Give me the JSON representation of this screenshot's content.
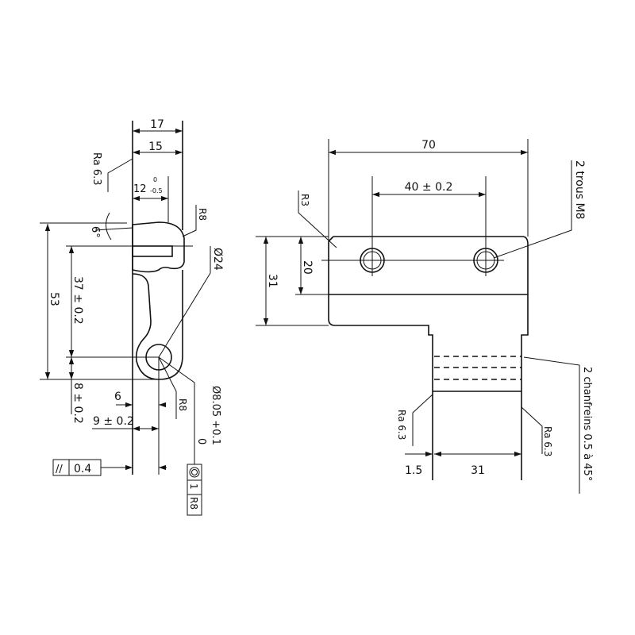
{
  "left_view": {
    "dim_17": "17",
    "dim_15": "15",
    "dim_12": "12",
    "dim_12_tol_upper": "0",
    "dim_12_tol_lower": "-0.5",
    "roughness": "Ra 6.3",
    "angle": "6°",
    "radius_top": "R8",
    "diameter_24": "Ø24",
    "dim_53": "53",
    "dim_37": "37 ± 0.2",
    "dim_8": "8 ± 0.2",
    "dim_6": "6",
    "dim_9": "9 ± 0.2",
    "radius_bottom": "R8",
    "bore": "Ø8.05 +0.1",
    "bore_tol_lower": "0",
    "parallelism_symbol": "//",
    "parallelism_value": "0.4",
    "position_tol_value": "1",
    "position_tol_ref": "R8"
  },
  "right_view": {
    "dim_70": "70",
    "dim_40": "40 ± 0.2",
    "radius": "R3",
    "holes": "2 trous M8",
    "dim_31_v": "31",
    "dim_20": "20",
    "chamfers": "2 chanfreins 0.5 à 45°",
    "roughness_left": "Ra 6.3",
    "roughness_right": "Ra 6.3",
    "dim_1_5": "1.5",
    "dim_31_h": "31"
  }
}
